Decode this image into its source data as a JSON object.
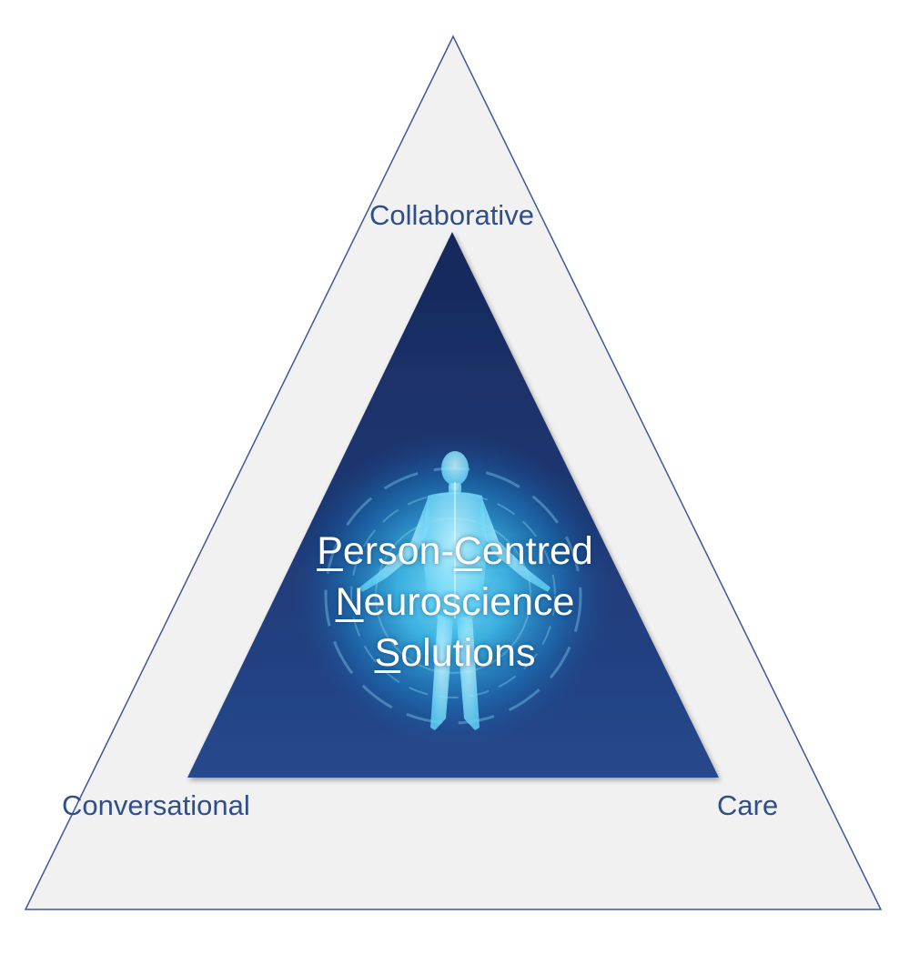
{
  "diagram": {
    "vertices": {
      "top": "Collaborative",
      "left": "Conversational",
      "right": "Care"
    },
    "center": {
      "lines": [
        {
          "initial": "P",
          "rest": "erson-",
          "initial2": "C",
          "rest2": "entred"
        },
        {
          "initial": "N",
          "rest": "euroscience",
          "initial2": "",
          "rest2": ""
        },
        {
          "initial": "S",
          "rest": "olutions",
          "initial2": "",
          "rest2": ""
        }
      ]
    },
    "image_subject": "human-body-figure",
    "colors": {
      "outer_fill": "#f1f1f2",
      "outer_stroke": "#3d5a96",
      "inner_top": "#16285a",
      "inner_bottom": "#26488c",
      "label_text": "#2f4f8a",
      "glow": "#3fc3f0"
    }
  }
}
